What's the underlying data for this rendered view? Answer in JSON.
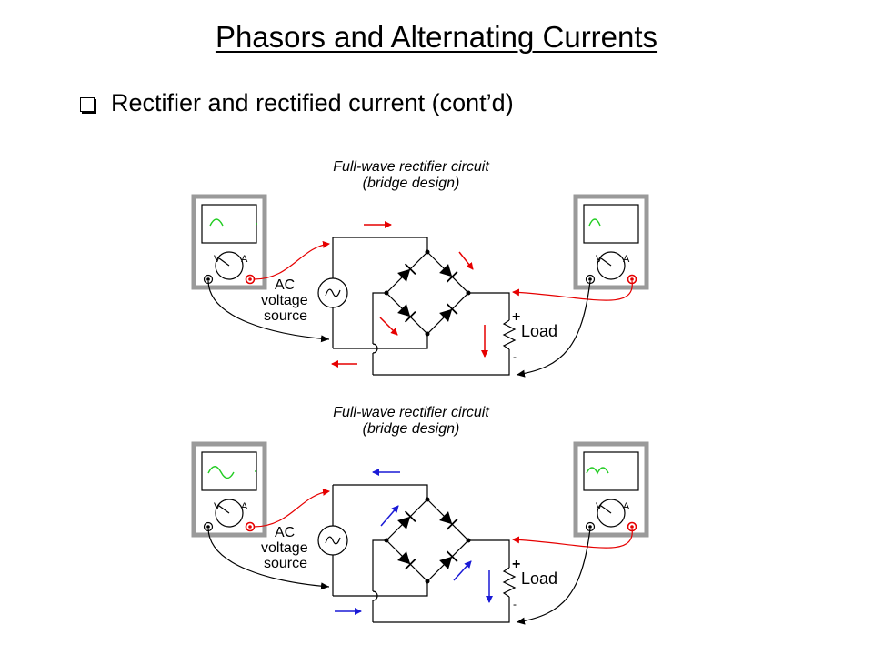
{
  "title": "Phasors and Alternating  Currents",
  "bullet": "Rectifier and rectified current (cont’d)",
  "diagram_top": {
    "caption_line1": "Full-wave rectifier circuit",
    "caption_line2": "(bridge design)",
    "source_label_1": "AC",
    "source_label_2": "voltage",
    "source_label_3": "source",
    "load_label": "Load",
    "plus": "+",
    "minus": "-",
    "meter_v": "V",
    "meter_a": "A"
  },
  "diagram_bottom": {
    "caption_line1": "Full-wave rectifier circuit",
    "caption_line2": "(bridge design)",
    "source_label_1": "AC",
    "source_label_2": "voltage",
    "source_label_3": "source",
    "load_label": "Load",
    "plus": "+",
    "minus": "-",
    "meter_v": "V",
    "meter_a": "A"
  },
  "colors": {
    "red_current": "#e60000",
    "blue_current": "#1a1ad6",
    "trace_green": "#22cc22",
    "meter_frame": "#9a9a9a"
  }
}
